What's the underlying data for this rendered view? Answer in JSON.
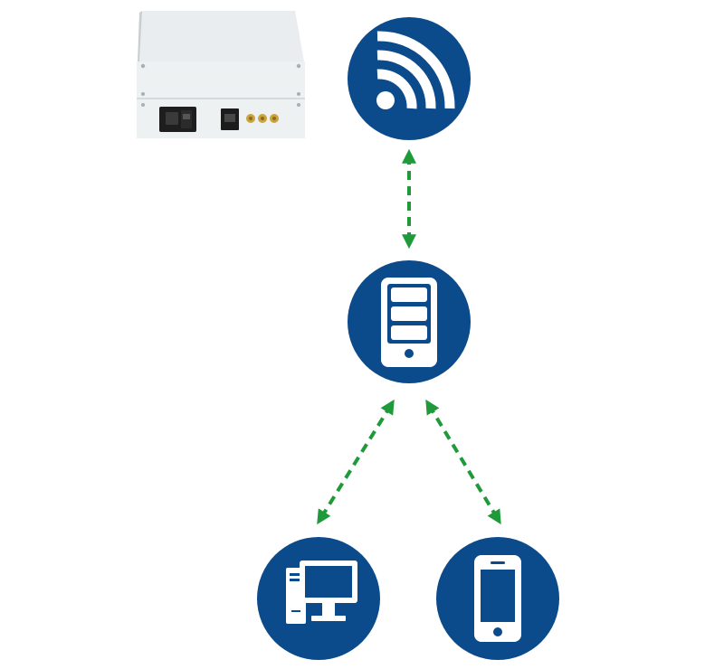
{
  "diagram": {
    "colors": {
      "node_fill": "#0b4a8b",
      "icon_fill": "#ffffff",
      "connector": "#1f9a3a",
      "device_body": "#dde3e6",
      "device_front": "#eef1f2",
      "device_top": "#e7ebed"
    },
    "nodes": [
      {
        "id": "wireless",
        "icon": "wifi-signal-icon"
      },
      {
        "id": "server",
        "icon": "server-icon"
      },
      {
        "id": "desktop",
        "icon": "desktop-computer-icon"
      },
      {
        "id": "smartphone",
        "icon": "smartphone-icon"
      }
    ],
    "device": {
      "icon": "hardware-device-photo",
      "ports": [
        "power-socket",
        "power-switch",
        "ethernet-port",
        "antenna-connector",
        "antenna-connector",
        "antenna-connector"
      ]
    },
    "connections": [
      {
        "from": "wireless",
        "to": "server",
        "style": "dashed",
        "arrows": "both"
      },
      {
        "from": "server",
        "to": "desktop",
        "style": "dashed",
        "arrows": "both"
      },
      {
        "from": "server",
        "to": "smartphone",
        "style": "dashed",
        "arrows": "both"
      }
    ]
  }
}
